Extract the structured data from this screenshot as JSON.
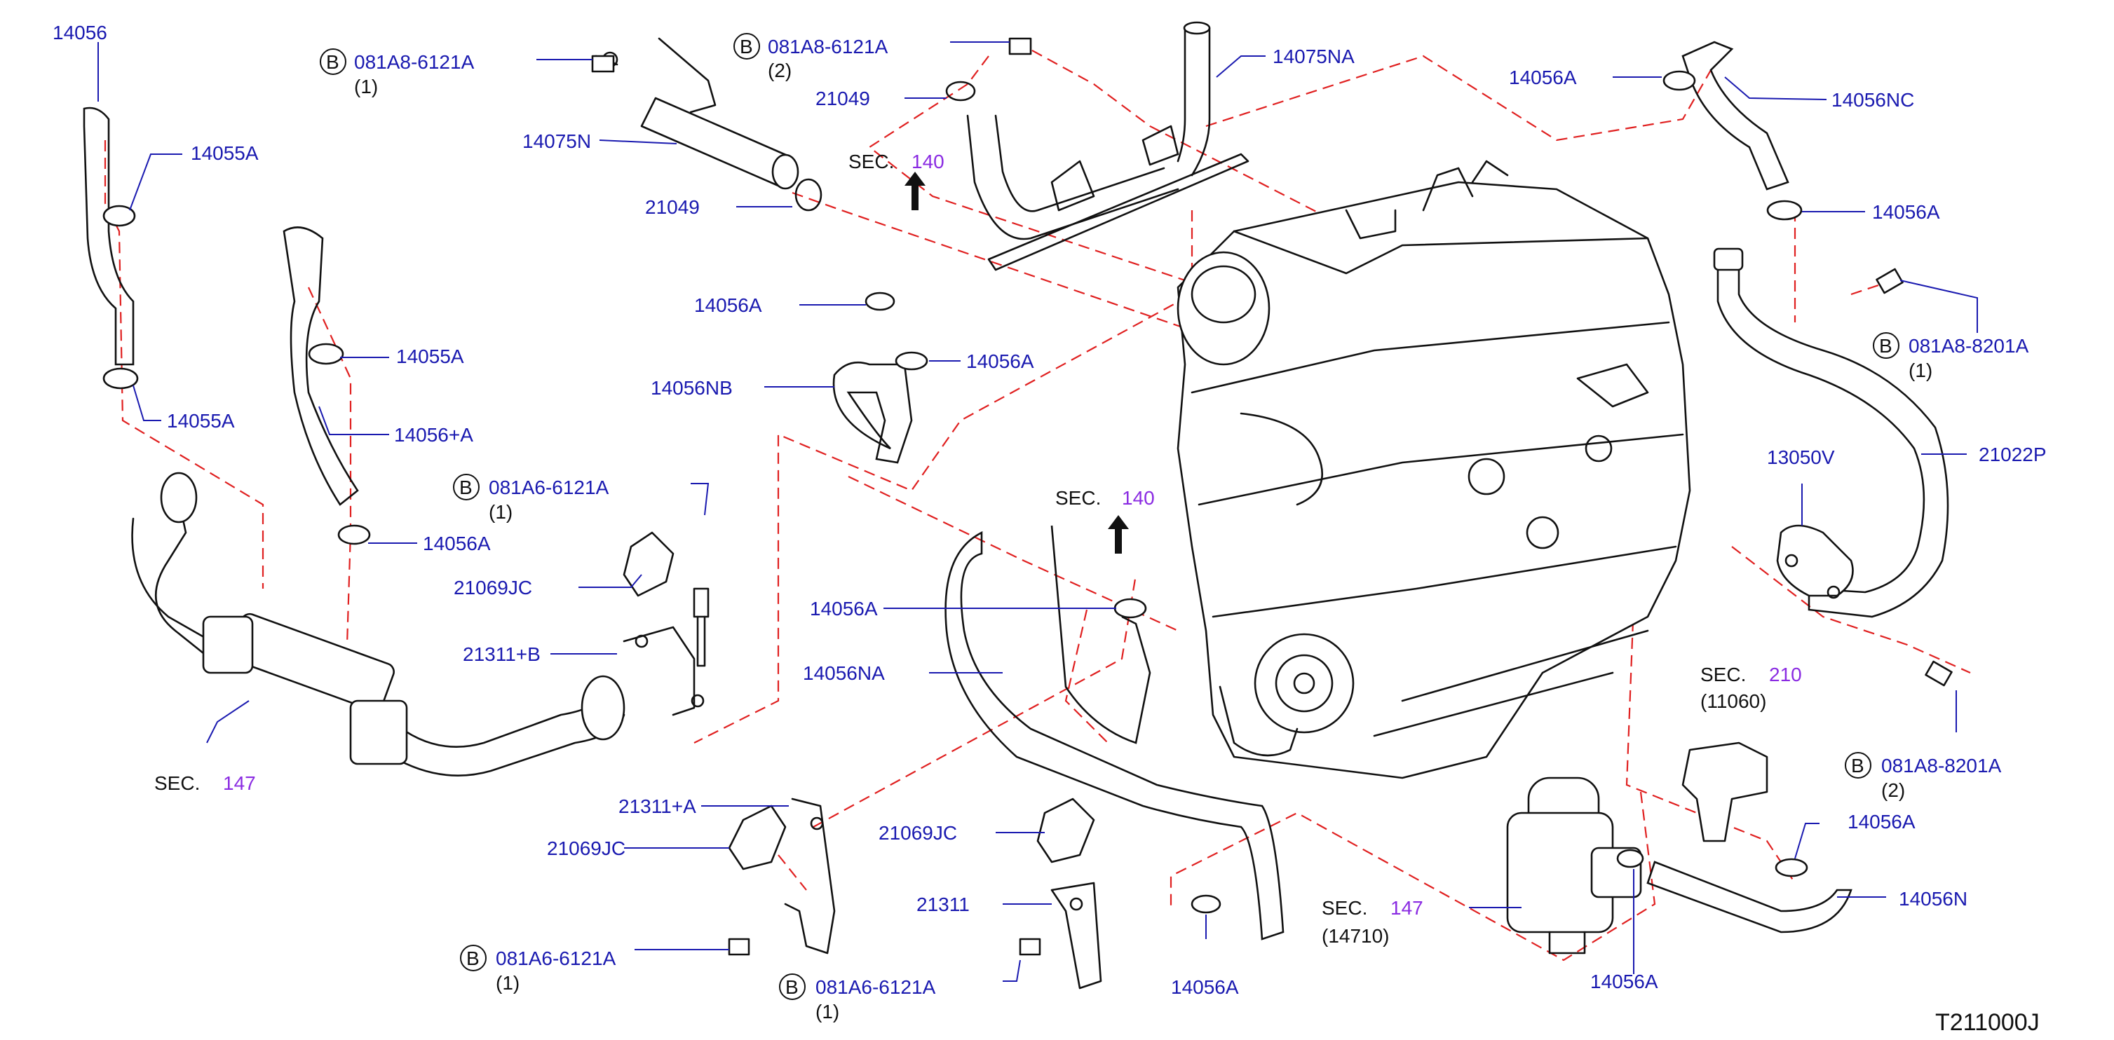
{
  "diagram_code": "T211000J",
  "part_numbers": {
    "p14056": "14056",
    "p14055A": "14055A",
    "p14056A": "14056A",
    "p14056Aplus": "14056+A",
    "p14056NB": "14056NB",
    "p14056NA": "14056NA",
    "p14056NC": "14056NC",
    "p14056N": "14056N",
    "p14075N": "14075N",
    "p14075NA": "14075NA",
    "p21049": "21049",
    "p21069JC": "21069JC",
    "p21311plusB": "21311+B",
    "p21311plusA": "21311+A",
    "p21311": "21311",
    "p21022P": "21022P",
    "p13050V": "13050V",
    "bolt_081A8_6121A": "081A8-6121A",
    "bolt_081A6_6121A": "081A6-6121A",
    "bolt_081A8_8201A": "081A8-8201A",
    "bolt_marker": "B"
  },
  "quantities": {
    "q1": "(1)",
    "q2": "(2)"
  },
  "sections": {
    "sec_prefix": "SEC.",
    "s140": "140",
    "s147": "147",
    "s210": "210",
    "ref_11060": "(11060)",
    "ref_14710": "(14710)"
  },
  "colors": {
    "label": "#1a1ab0",
    "section_number": "#8a2be2",
    "dashed_leader": "#e02020",
    "linework": "#111111"
  }
}
